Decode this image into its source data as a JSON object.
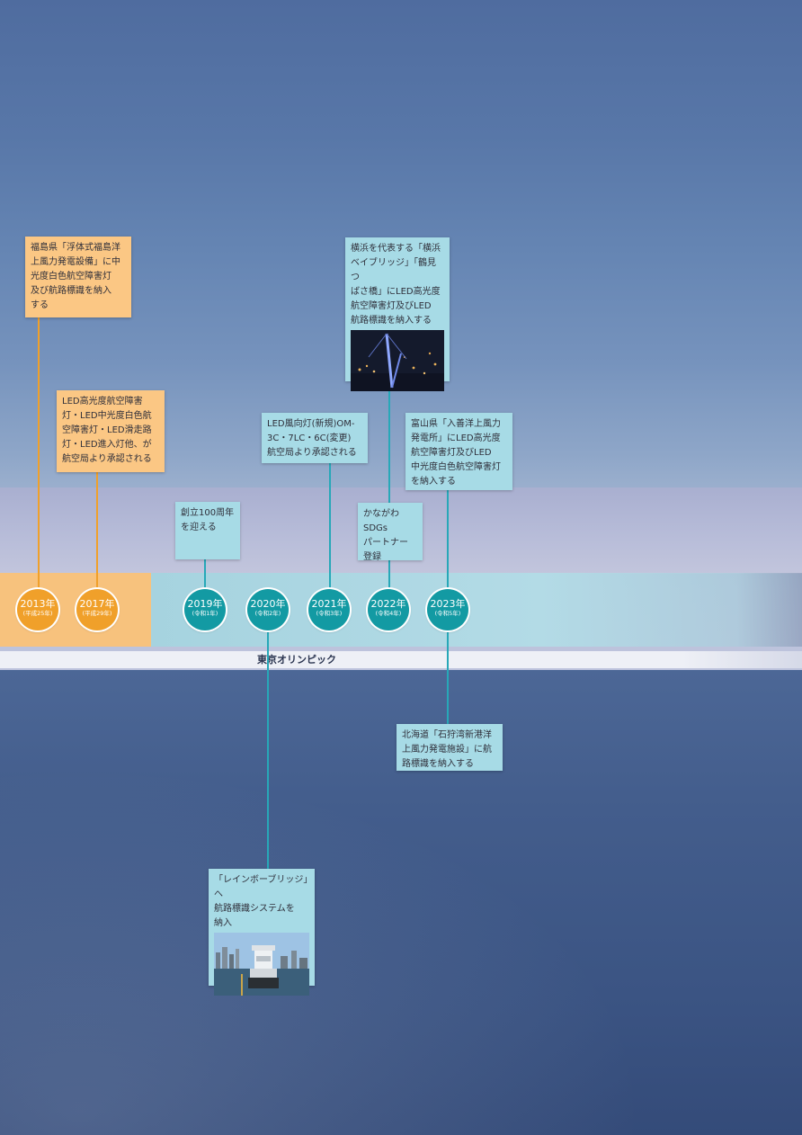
{
  "olympic_label": "東京オリンピック",
  "years": [
    {
      "year": "2013年",
      "era": "(平成25年)"
    },
    {
      "year": "2017年",
      "era": "(平成29年)"
    },
    {
      "year": "2019年",
      "era": "(令和1年)"
    },
    {
      "year": "2020年",
      "era": "(令和2年)"
    },
    {
      "year": "2021年",
      "era": "(令和3年)"
    },
    {
      "year": "2022年",
      "era": "(令和4年)"
    },
    {
      "year": "2023年",
      "era": "(令和5年)"
    }
  ],
  "events": {
    "e2013": [
      "福島県「浮体式福島洋",
      "上風力発電設備」に中",
      "光度白色航空障害灯",
      "及び航路標識を納入",
      "する"
    ],
    "e2017": [
      "LED高光度航空障害",
      "灯・LED中光度白色航",
      "空障害灯・LED滑走路",
      "灯・LED進入灯他、が",
      "航空局より承認される"
    ],
    "e2019": [
      "創立100周年",
      "を迎える"
    ],
    "e2020": [
      "「レインボーブリッジ」へ",
      "航路標識システムを",
      "納入"
    ],
    "e2021": [
      "LED風向灯(新規)OM-",
      "3C・7LC・6C(変更)",
      "航空局より承認される"
    ],
    "e2022a": [
      "横浜を代表する「横浜",
      "ベイブリッジ」「鶴見つ",
      "ばさ橋」にLED高光度",
      "航空障害灯及びLED",
      "航路標識を納入する"
    ],
    "e2022b": [
      "かながわSDGs",
      "パートナー",
      "登録"
    ],
    "e2023a": [
      "富山県「入善洋上風力",
      "発電所」にLED高光度",
      "航空障害灯及びLED",
      "中光度白色航空障害灯",
      "を納入する"
    ],
    "e2023b": [
      "北海道「石狩湾新港洋",
      "上風力発電施設」に航",
      "路標識を納入する"
    ]
  }
}
